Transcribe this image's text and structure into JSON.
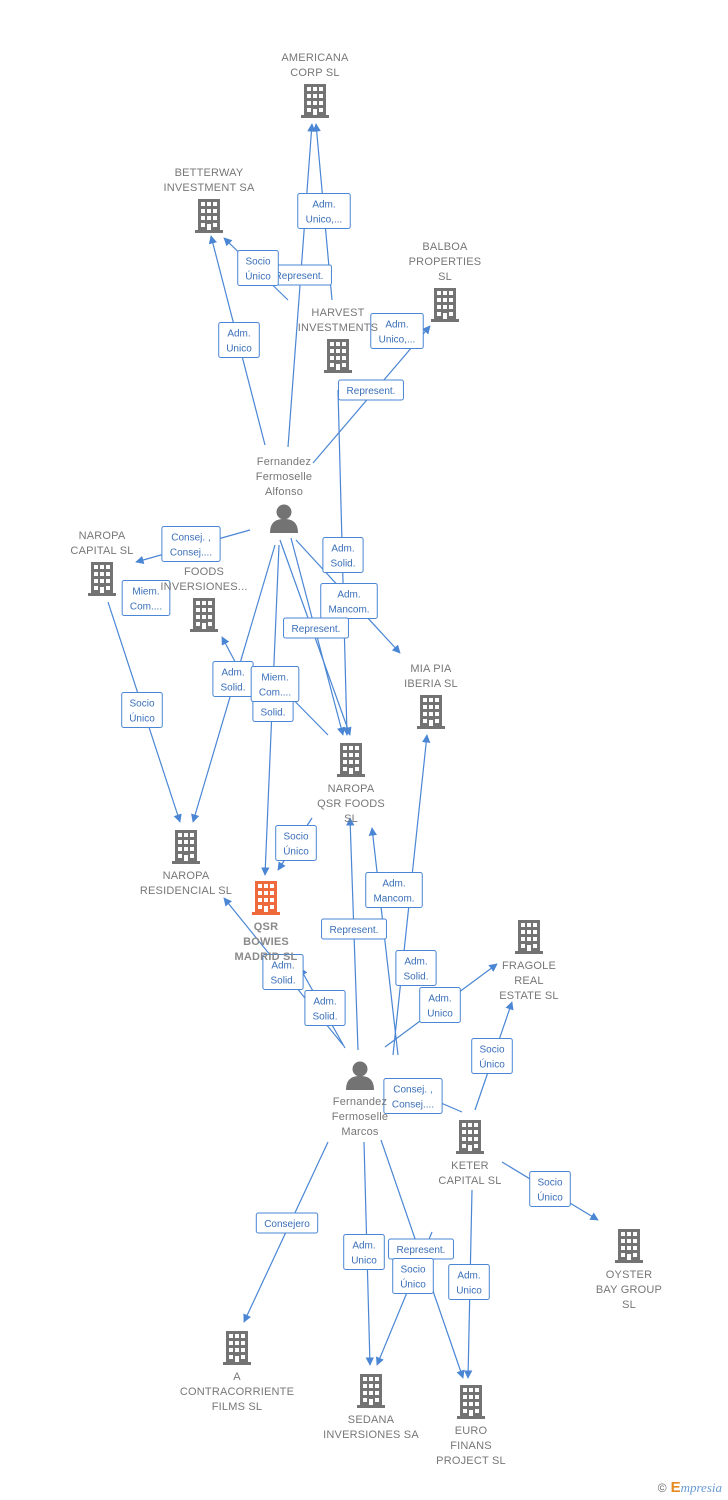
{
  "colors": {
    "edge": "#4a86d4",
    "building": "#737373",
    "focus": "#ee6a3c",
    "person": "#737373"
  },
  "nodes": [
    {
      "id": "americana",
      "type": "company",
      "lines": [
        "AMERICANA",
        "CORP  SL"
      ]
    },
    {
      "id": "betterway",
      "type": "company",
      "lines": [
        "BETTERWAY",
        "INVESTMENT SA"
      ]
    },
    {
      "id": "balboa",
      "type": "company",
      "lines": [
        "BALBOA",
        "PROPERTIES",
        "SL"
      ]
    },
    {
      "id": "harvest",
      "type": "company",
      "lines": [
        "HARVEST",
        "INVESTMENTS"
      ]
    },
    {
      "id": "alfonso",
      "type": "person",
      "lines": [
        "Fernandez",
        "Fermoselle",
        "Alfonso"
      ]
    },
    {
      "id": "naropa_capital",
      "type": "company",
      "lines": [
        "NAROPA",
        "CAPITAL SL"
      ]
    },
    {
      "id": "foods_inv",
      "type": "company",
      "lines": [
        "FOODS",
        "INVERSIONES..."
      ]
    },
    {
      "id": "mia_pia",
      "type": "company",
      "lines": [
        "MIA PIA",
        "IBERIA  SL"
      ]
    },
    {
      "id": "naropa_qsr",
      "type": "company",
      "lines": [
        "NAROPA",
        "QSR FOODS",
        "SL"
      ]
    },
    {
      "id": "naropa_res",
      "type": "company",
      "lines": [
        "NAROPA",
        "RESIDENCIAL SL"
      ]
    },
    {
      "id": "qsr_bowies",
      "type": "focus",
      "lines": [
        "QSR",
        "BOWIES",
        "MADRID  SL"
      ]
    },
    {
      "id": "fragole",
      "type": "company",
      "lines": [
        "FRAGOLE",
        "REAL",
        "ESTATE  SL"
      ]
    },
    {
      "id": "marcos",
      "type": "person",
      "lines": [
        "Fernandez",
        "Fermoselle",
        "Marcos"
      ]
    },
    {
      "id": "keter",
      "type": "company",
      "lines": [
        "KETER",
        "CAPITAL SL"
      ]
    },
    {
      "id": "oyster",
      "type": "company",
      "lines": [
        "OYSTER",
        "BAY GROUP",
        "SL"
      ]
    },
    {
      "id": "contracorriente",
      "type": "company",
      "lines": [
        "A",
        "CONTRACORRIENTE",
        "FILMS SL"
      ]
    },
    {
      "id": "sedana",
      "type": "company",
      "lines": [
        "SEDANA",
        "INVERSIONES SA"
      ]
    },
    {
      "id": "euro_finans",
      "type": "company",
      "lines": [
        "EURO",
        "FINANS",
        "PROJECT  SL"
      ]
    }
  ],
  "edges": [
    {
      "from": "alfonso",
      "to": "americana",
      "lines": [
        "Adm.",
        "Unico,..."
      ]
    },
    {
      "from": "harvest",
      "to": "americana",
      "lines": [
        "Represent."
      ]
    },
    {
      "from": "alfonso",
      "to": "betterway",
      "lines": [
        "Adm.",
        "Unico"
      ]
    },
    {
      "from": "harvest",
      "to": "betterway",
      "lines": [
        "Socio",
        "Único"
      ]
    },
    {
      "from": "alfonso",
      "to": "balboa",
      "lines": [
        "Adm.",
        "Unico,..."
      ]
    },
    {
      "from": "harvest",
      "to": "naropa_qsr",
      "lines": [
        "Represent."
      ]
    },
    {
      "from": "alfonso",
      "to": "naropa_capital",
      "lines": [
        "Consej. ,",
        "Consej...."
      ]
    },
    {
      "from": "alfonso",
      "to": "mia_pia",
      "lines": [
        "Adm.",
        "Solid."
      ]
    },
    {
      "from": "alfonso",
      "to": "naropa_qsr",
      "lines": [
        "Adm.",
        "Mancom."
      ]
    },
    {
      "from": "alfonso",
      "to": "naropa_qsr",
      "lines": [
        "Represent."
      ]
    },
    {
      "from": "alfonso",
      "to": "naropa_res",
      "lines": [
        "Adm.",
        "Solid."
      ]
    },
    {
      "from": "alfonso",
      "to": "qsr_bowies",
      "lines": [
        "Adm.",
        "Solid."
      ]
    },
    {
      "from": "naropa_qsr",
      "to": "foods_inv",
      "lines": [
        "Miem.",
        "Com...."
      ]
    },
    {
      "from": "naropa_capital",
      "to": "naropa_res",
      "lines": [
        "Socio",
        "Único"
      ]
    },
    {
      "from": "naropa_res",
      "to": "foods_inv",
      "lines": [
        "Miem.",
        "Com...."
      ]
    },
    {
      "from": "naropa_qsr",
      "to": "qsr_bowies",
      "lines": [
        "Socio",
        "Único"
      ]
    },
    {
      "from": "marcos",
      "to": "naropa_qsr",
      "lines": [
        "Adm.",
        "Mancom."
      ]
    },
    {
      "from": "marcos",
      "to": "naropa_qsr",
      "lines": [
        "Represent."
      ]
    },
    {
      "from": "marcos",
      "to": "mia_pia",
      "lines": [
        "Adm.",
        "Solid."
      ]
    },
    {
      "from": "marcos",
      "to": "naropa_res",
      "lines": [
        "Adm.",
        "Solid."
      ]
    },
    {
      "from": "marcos",
      "to": "qsr_bowies",
      "lines": [
        "Adm.",
        "Solid."
      ]
    },
    {
      "from": "marcos",
      "to": "fragole",
      "lines": [
        "Adm.",
        "Unico"
      ]
    },
    {
      "from": "keter",
      "to": "naropa_qsr",
      "lines": [
        "Consej. ,",
        "Consej...."
      ]
    },
    {
      "from": "keter",
      "to": "fragole",
      "lines": [
        "Socio",
        "Único"
      ]
    },
    {
      "from": "keter",
      "to": "oyster",
      "lines": [
        "Socio",
        "Único"
      ]
    },
    {
      "from": "marcos",
      "to": "contracorriente",
      "lines": [
        "Consejero"
      ]
    },
    {
      "from": "marcos",
      "to": "sedana",
      "lines": [
        "Adm.",
        "Unico"
      ]
    },
    {
      "from": "marcos",
      "to": "euro_finans",
      "lines": [
        "Represent."
      ]
    },
    {
      "from": "keter",
      "to": "sedana",
      "lines": [
        "Socio",
        "Único"
      ]
    },
    {
      "from": "keter",
      "to": "euro_finans",
      "lines": [
        "Adm.",
        "Unico"
      ]
    }
  ],
  "footer": {
    "copyright": "©",
    "brand_initial": "E",
    "brand_rest": "mpresia"
  }
}
